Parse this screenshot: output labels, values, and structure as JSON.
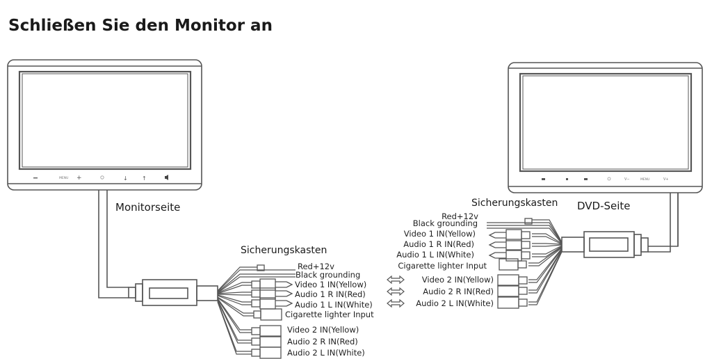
{
  "title": "Schließen Sie den Monitor an",
  "monitor_side": {
    "label": "Monitorseite",
    "buttons": [
      "minus",
      "MENU",
      "plus",
      "power",
      "down",
      "up",
      "speaker"
    ],
    "fuse_box_label": "Sicherungskasten",
    "connectors": [
      "Red+12v",
      "Black grounding",
      "Video 1 IN(Yellow)",
      "Audio 1 R IN(Red)",
      "Audio 1 L IN(White)",
      "Cigarette lighter Input",
      "Video 2 IN(Yellow)",
      "Audio 2 R IN(Red)",
      "Audio 2 L IN(White)"
    ]
  },
  "dvd_side": {
    "label": "DVD-Seite",
    "buttons": [
      "prev",
      "play-pause",
      "next",
      "power",
      "V-",
      "MENU",
      "V+"
    ],
    "fuse_box_label": "Sicherungskasten",
    "connectors": [
      "Red+12v",
      "Black grounding",
      "Video 1 IN(Yellow)",
      "Audio 1 R IN(Red)",
      "Audio 1 L IN(White)",
      "Cigarette lighter Input",
      "Video 2 IN(Yellow)",
      "Audio 2 R IN(Red)",
      "Audio 2 L IN(White)"
    ]
  },
  "links": [
    {
      "from": "Video 1 IN(Yellow)",
      "to": "Video 2 IN(Yellow)"
    },
    {
      "from": "Audio 1 R IN(Red)",
      "to": "Audio 2 R IN(Red)"
    },
    {
      "from": "Audio 1 L IN(White)",
      "to": "Audio 2 L IN(White)"
    }
  ],
  "colors": {
    "line": "#555555",
    "text": "#1a1a1a"
  }
}
